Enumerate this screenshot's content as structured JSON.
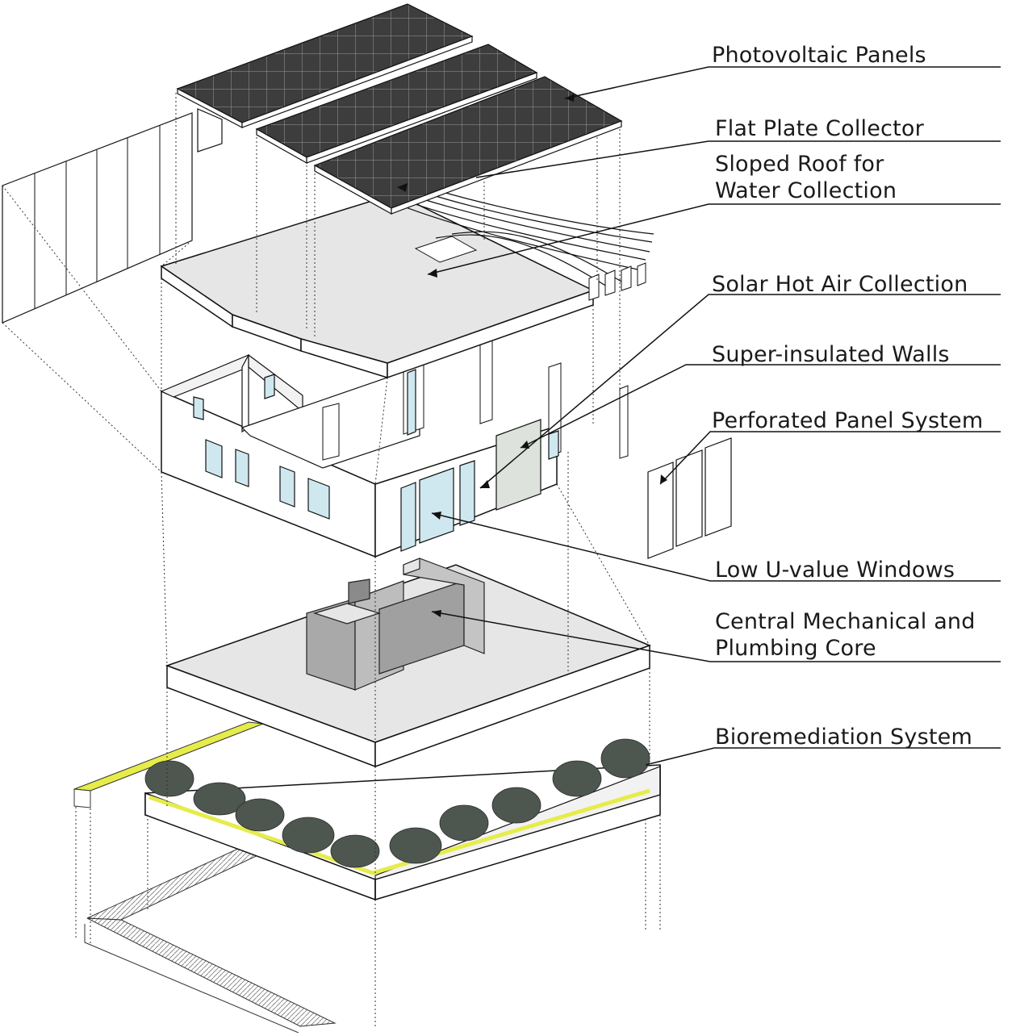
{
  "colors": {
    "panel": "#3d3d3d",
    "panel_grid": "#c8c8c8",
    "slab": "#e6e6e6",
    "wall": "#ffffff",
    "window": "#cfe8f0",
    "core": "#a9a9a9",
    "perf_panel": "#dde2dc",
    "green_strip": "#e6ec4a",
    "grass": "#4e5650",
    "line": "#111111"
  },
  "labels": [
    {
      "key": "photovoltaic",
      "lines": [
        "Photovoltaic Panels"
      ]
    },
    {
      "key": "flat_plate",
      "lines": [
        "Flat Plate Collector"
      ]
    },
    {
      "key": "sloped_roof",
      "lines": [
        "Sloped Roof for",
        "Water Collection"
      ]
    },
    {
      "key": "solar_air",
      "lines": [
        "Solar Hot Air Collection"
      ]
    },
    {
      "key": "walls",
      "lines": [
        "Super-insulated Walls"
      ]
    },
    {
      "key": "perforated",
      "lines": [
        "Perforated Panel System"
      ]
    },
    {
      "key": "windows",
      "lines": [
        "Low U-value Windows"
      ]
    },
    {
      "key": "core",
      "lines": [
        "Central Mechanical and",
        "Plumbing Core"
      ]
    },
    {
      "key": "bioremediation",
      "lines": [
        "Bioremediation System"
      ]
    }
  ]
}
